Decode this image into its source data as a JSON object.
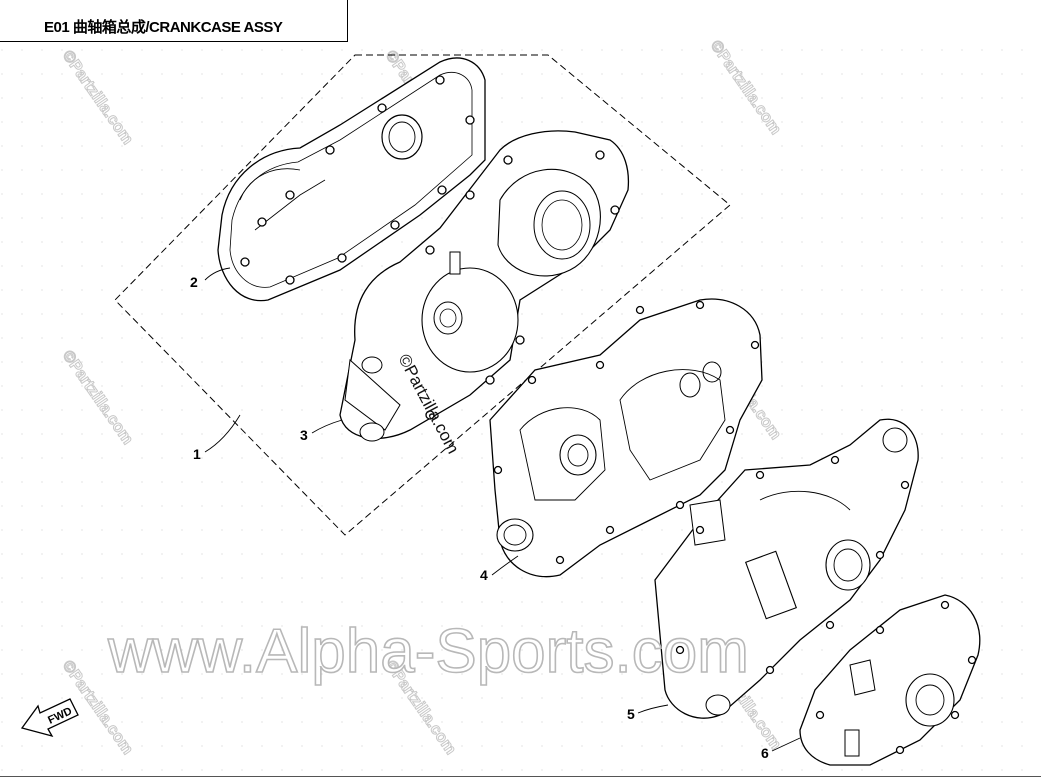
{
  "header": {
    "code": "E01",
    "title": "曲轴箱总成/CRANKCASE ASSY"
  },
  "callouts": [
    "1",
    "2",
    "3",
    "4",
    "5",
    "6"
  ],
  "watermarks": {
    "main": "www.Alpha-Sports.com",
    "center": "©Partzilla.com",
    "tile": "©Partzilla.com"
  },
  "direction_arrow": {
    "label": "FWD"
  },
  "colors": {
    "line": "#000000",
    "watermark_outline": "#b8b8b8"
  }
}
